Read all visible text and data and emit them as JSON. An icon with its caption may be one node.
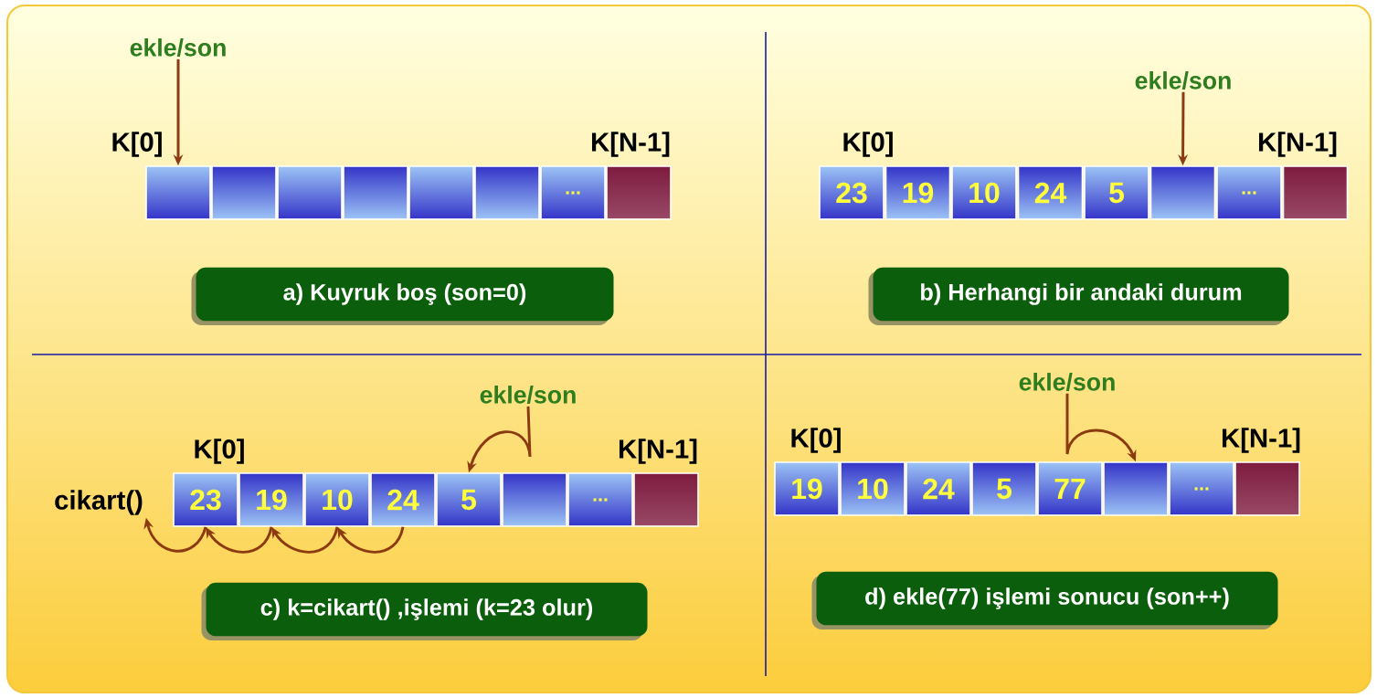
{
  "diagram": {
    "nodes": [
      {
        "text": [
          "ekle/son"
        ]
      },
      {
        "text": [],
        "shape": "box"
      },
      {
        "text": [],
        "shape": "box"
      },
      {
        "text": [],
        "shape": "box"
      },
      {
        "text": [],
        "shape": "box"
      },
      {
        "text": [],
        "shape": "box"
      },
      {
        "text": [],
        "shape": "box"
      },
      {
        "text": [
          "..."
        ]
      },
      {
        "text": [],
        "shape": "box"
      },
      {
        "text": [
          "a) Kuyruk boş (son=0)"
        ]
      },
      {
        "text": [
          "ekle/son"
        ]
      },
      {
        "text": [
          "23"
        ]
      },
      {
        "text": [
          "19"
        ]
      },
      {
        "text": [
          "10"
        ]
      },
      {
        "text": [
          "24"
        ]
      },
      {
        "text": [
          "5"
        ]
      },
      {
        "text": [],
        "shape": "box"
      },
      {
        "text": [
          "..."
        ]
      },
      {
        "text": [],
        "shape": "box"
      },
      {
        "text": [
          "b) Herhangi bir andaki durum"
        ]
      },
      {
        "text": [
          "ekle/son"
        ]
      },
      {
        "text": [
          "cikart()"
        ]
      },
      {
        "text": [
          "23"
        ]
      },
      {
        "text": [
          "19"
        ]
      },
      {
        "text": [
          "10"
        ]
      },
      {
        "text": [
          "24"
        ]
      },
      {
        "text": [
          "5"
        ]
      },
      {
        "text": [],
        "shape": "box"
      },
      {
        "text": [
          "..."
        ]
      },
      {
        "text": [],
        "shape": "box"
      },
      {
        "text": [
          "c) k=cikart() ,işlemi (k=23 olur)"
        ]
      },
      {
        "text": [
          "ekle/son"
        ]
      },
      {
        "text": [
          "19"
        ]
      },
      {
        "text": [
          "10"
        ]
      },
      {
        "text": [
          "24"
        ]
      },
      {
        "text": [
          "5"
        ]
      },
      {
        "text": [
          "77"
        ]
      },
      {
        "text": [],
        "shape": "box"
      },
      {
        "text": [
          "..."
        ]
      },
      {
        "text": [],
        "shape": "box"
      },
      {
        "text": [
          "d) ekle(77) işlemi sonucu (son++)"
        ]
      }
    ],
    "edges": [
      {
        "from": 0,
        "to": 1,
        "arrow": "to"
      },
      {
        "from": 10,
        "to": 16,
        "arrow": "to"
      },
      {
        "from": 20,
        "to": 26,
        "arrow": "to"
      },
      {
        "from": 22,
        "to": 21,
        "arrow": "to"
      },
      {
        "from": 23,
        "to": 22,
        "arrow": "to"
      },
      {
        "from": 24,
        "to": 23,
        "arrow": "to"
      },
      {
        "from": 25,
        "to": 24,
        "arrow": "to"
      },
      {
        "from": 31,
        "to": 37,
        "arrow": "to"
      }
    ],
    "labels": [
      "K[0]",
      "K[N-1]",
      "K[0]",
      "K[N-1]",
      "K[0]",
      "K[N-1]",
      "K[0]",
      "K[N-1]"
    ]
  }
}
